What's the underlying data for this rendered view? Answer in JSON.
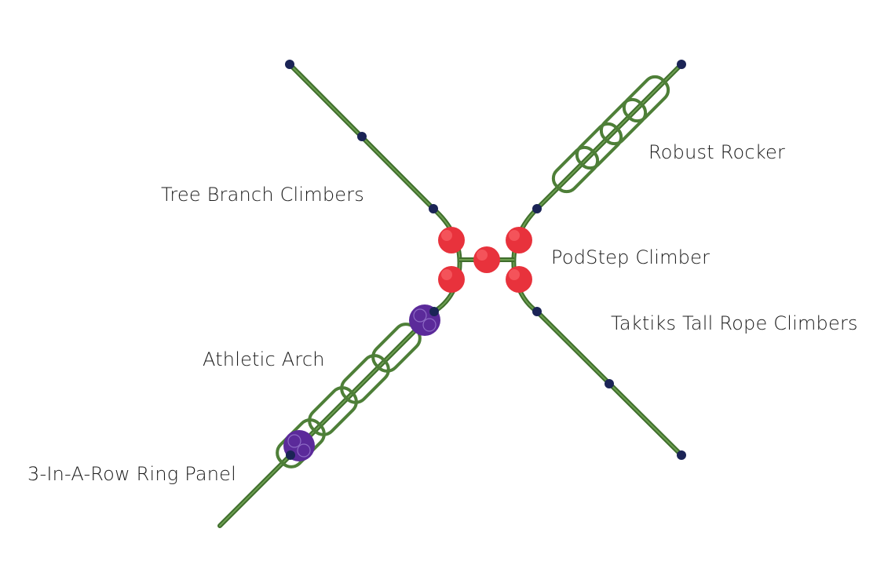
{
  "colors": {
    "frame": "#4e7f38",
    "frame_dark": "#2f5a22",
    "joint": "#1b2456",
    "pod": "#e8323c",
    "pod_dark": "#b3151d",
    "ring_panel": "#5b2a9a",
    "background": "#ffffff",
    "text": "#1a1a1a"
  },
  "labels": {
    "robust_rocker": "Robust Rocker",
    "tree_branch": "Tree Branch Climbers",
    "podstep": "PodStep Climber",
    "taktiks": "Taktiks Tall Rope Climbers",
    "athletic_arch": "Athletic Arch",
    "ring_panel": "3-In-A-Row Ring Panel"
  }
}
